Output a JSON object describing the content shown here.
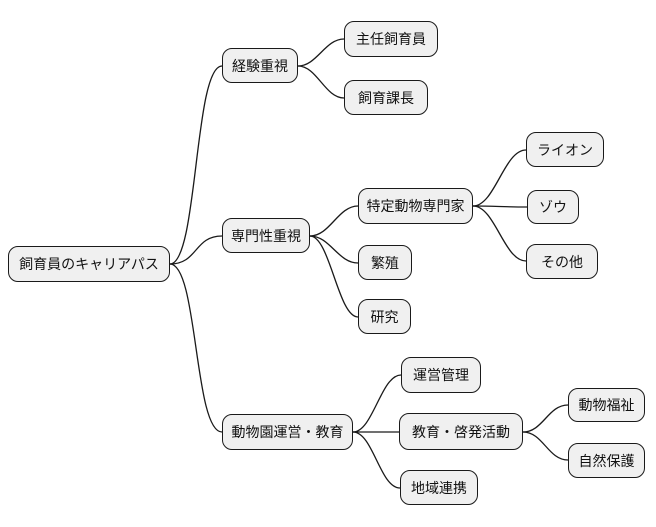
{
  "mindmap": {
    "style": {
      "background": "#ffffff",
      "node_fill": "#f0f0f0",
      "node_border": "#1a1a1a",
      "edge_color": "#1a1a1a",
      "text_color": "#111111"
    },
    "root": {
      "label": "飼育員のキャリアパス",
      "children": [
        {
          "label": "経験重視",
          "children": [
            {
              "label": "主任飼育員"
            },
            {
              "label": "飼育課長"
            }
          ]
        },
        {
          "label": "専門性重視",
          "children": [
            {
              "label": "特定動物専門家",
              "children": [
                {
                  "label": "ライオン"
                },
                {
                  "label": "ゾウ"
                },
                {
                  "label": "その他"
                }
              ]
            },
            {
              "label": "繁殖"
            },
            {
              "label": "研究"
            }
          ]
        },
        {
          "label": "動物園運営・教育",
          "children": [
            {
              "label": "運営管理"
            },
            {
              "label": "教育・啓発活動",
              "children": [
                {
                  "label": "動物福祉"
                },
                {
                  "label": "自然保護"
                }
              ]
            },
            {
              "label": "地域連携"
            }
          ]
        }
      ]
    }
  }
}
